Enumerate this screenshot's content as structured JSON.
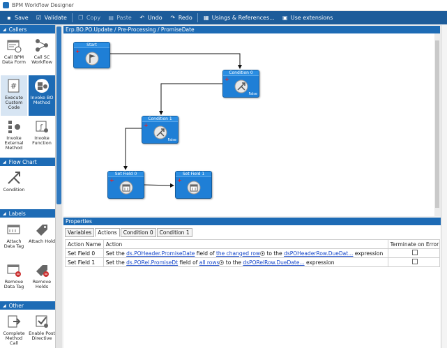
{
  "window": {
    "title": "BPM Workflow Designer"
  },
  "toolbar": {
    "save": "Save",
    "validate": "Validate",
    "copy": "Copy",
    "paste": "Paste",
    "undo": "Undo",
    "redo": "Redo",
    "usings": "Usings & References...",
    "extensions": "Use extensions"
  },
  "sidebar": {
    "callers": {
      "title": "Callers",
      "items": [
        "Call BPM Data Form",
        "Call SC Workflow",
        "Execute Custom Code",
        "Invoke BO Method",
        "Invoke External Method",
        "Invoke Function"
      ]
    },
    "flowchart": {
      "title": "Flow Chart",
      "items": [
        "Condition"
      ]
    },
    "labels": {
      "title": "Labels",
      "items": [
        "Attach Data Tag",
        "Attach Hold",
        "Remove Data Tag",
        "Remove Holds"
      ]
    },
    "other": {
      "title": "Other",
      "items": [
        "Complete Method Call",
        "Enable Post Directive"
      ]
    }
  },
  "canvas": {
    "path": "Erp.BO.PO.Update / Pre-Processing / PromiseDate",
    "nodes": {
      "start": "Start",
      "cond0": "Condition 0",
      "cond1": "Condition 1",
      "set0": "Set Field 0",
      "set1": "Set Field 1",
      "false_label": "False"
    }
  },
  "properties": {
    "title": "Properties",
    "tabs": [
      "Variables",
      "Actions",
      "Condition 0",
      "Condition 1"
    ],
    "columns": {
      "name": "Action Name",
      "action": "Action",
      "terminate": "Terminate on Error"
    },
    "rows": [
      {
        "name": "Set Field 0",
        "t1": "Set the ",
        "l1": "ds.POHeader.PromiseDate",
        "t2": " field of ",
        "l2": "the changed row",
        "t3": " to the ",
        "l3": "dsPOHeaderRow.DueDat...",
        "t4": " expression"
      },
      {
        "name": "Set Field 1",
        "t1": "Set the ",
        "l1": "ds.PORel.PromiseDt",
        "t2": " field of ",
        "l2": "all rows",
        "t3": " to the ",
        "l3": "dsPORelRow.DueDate...",
        "t4": " expression"
      }
    ]
  }
}
